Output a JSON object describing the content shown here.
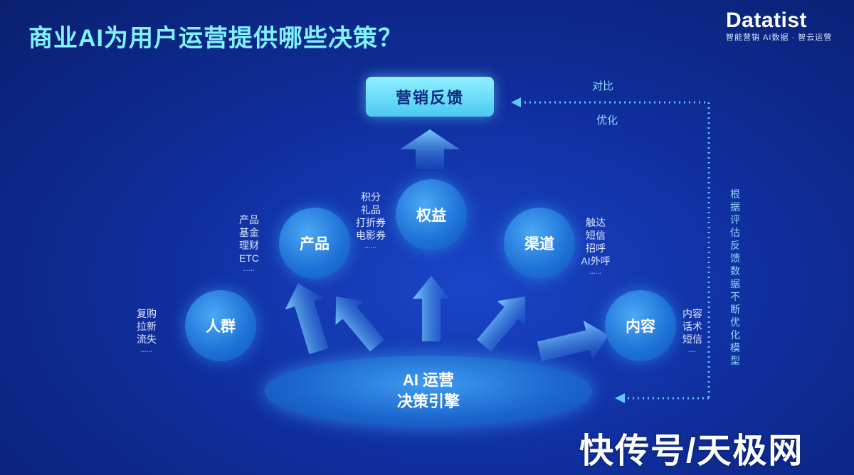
{
  "title": "商业AI为用户运营提供哪些决策？",
  "logo": {
    "main": "Datatist",
    "sub": "智能营销 AI数据 · 智云运营"
  },
  "feedback": "营销反馈",
  "loop": {
    "compare": "对比",
    "optimize": "优化",
    "vertical": "根据评估反馈数据不断优化模型"
  },
  "nodes": [
    {
      "label": "人群",
      "details": [
        "复购",
        "拉新",
        "流失"
      ]
    },
    {
      "label": "产品",
      "details": [
        "产品",
        "基金",
        "理财",
        "ETC"
      ]
    },
    {
      "label": "权益",
      "details": [
        "积分",
        "礼品",
        "打折券",
        "电影券"
      ]
    },
    {
      "label": "渠道",
      "details": [
        "触达",
        "短信",
        "招呼",
        "AI外呼"
      ]
    },
    {
      "label": "内容",
      "details": [
        "内容",
        "话术",
        "短信"
      ]
    }
  ],
  "engine": {
    "line1": "AI 运营",
    "line2": "决策引擎"
  },
  "watermark": "快传号/天极网",
  "colors": {
    "title": "#7ff3ff",
    "background": "#0f2f9e",
    "node": "#1d70d6",
    "feedback_box": "#6adcf7",
    "arrow": "#6cc8f5"
  }
}
